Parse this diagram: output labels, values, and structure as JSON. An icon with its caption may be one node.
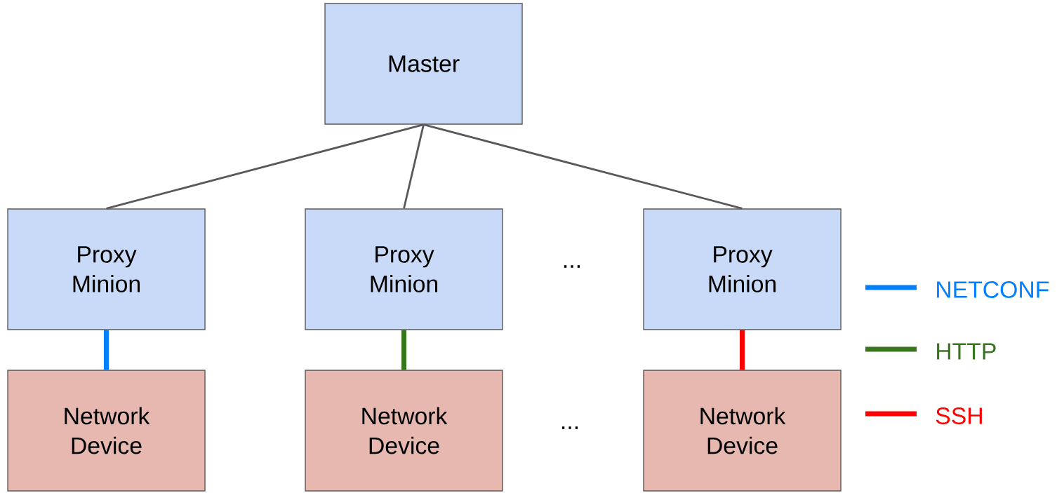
{
  "diagram": {
    "nodes": [
      {
        "text": [
          "Master"
        ]
      },
      {
        "text": [
          "Proxy Minion"
        ]
      },
      {
        "text": [
          "Proxy Minion"
        ]
      },
      {
        "text": [
          "Proxy Minion"
        ]
      },
      {
        "text": [
          "Network Device"
        ]
      },
      {
        "text": [
          "Network Device"
        ]
      },
      {
        "text": [
          "Network Device"
        ]
      }
    ],
    "edges": [
      {
        "from": 0,
        "to": 1,
        "arrow": "none"
      },
      {
        "from": 0,
        "to": 2,
        "arrow": "none"
      },
      {
        "from": 0,
        "to": 3,
        "arrow": "none"
      },
      {
        "from": 1,
        "to": 4,
        "arrow": "none",
        "style": "thick",
        "color": "#0080ff"
      },
      {
        "from": 2,
        "to": 5,
        "arrow": "none",
        "style": "thick",
        "color": "#38761d"
      },
      {
        "from": 3,
        "to": 6,
        "arrow": "none",
        "style": "thick",
        "color": "#ff0000"
      }
    ],
    "labels": [
      "...",
      "..."
    ],
    "legend": [
      {
        "text": "NETCONF",
        "color": "#0080ff"
      },
      {
        "text": "HTTP",
        "color": "#38761d"
      },
      {
        "text": "SSH",
        "color": "#ff0000"
      }
    ]
  }
}
